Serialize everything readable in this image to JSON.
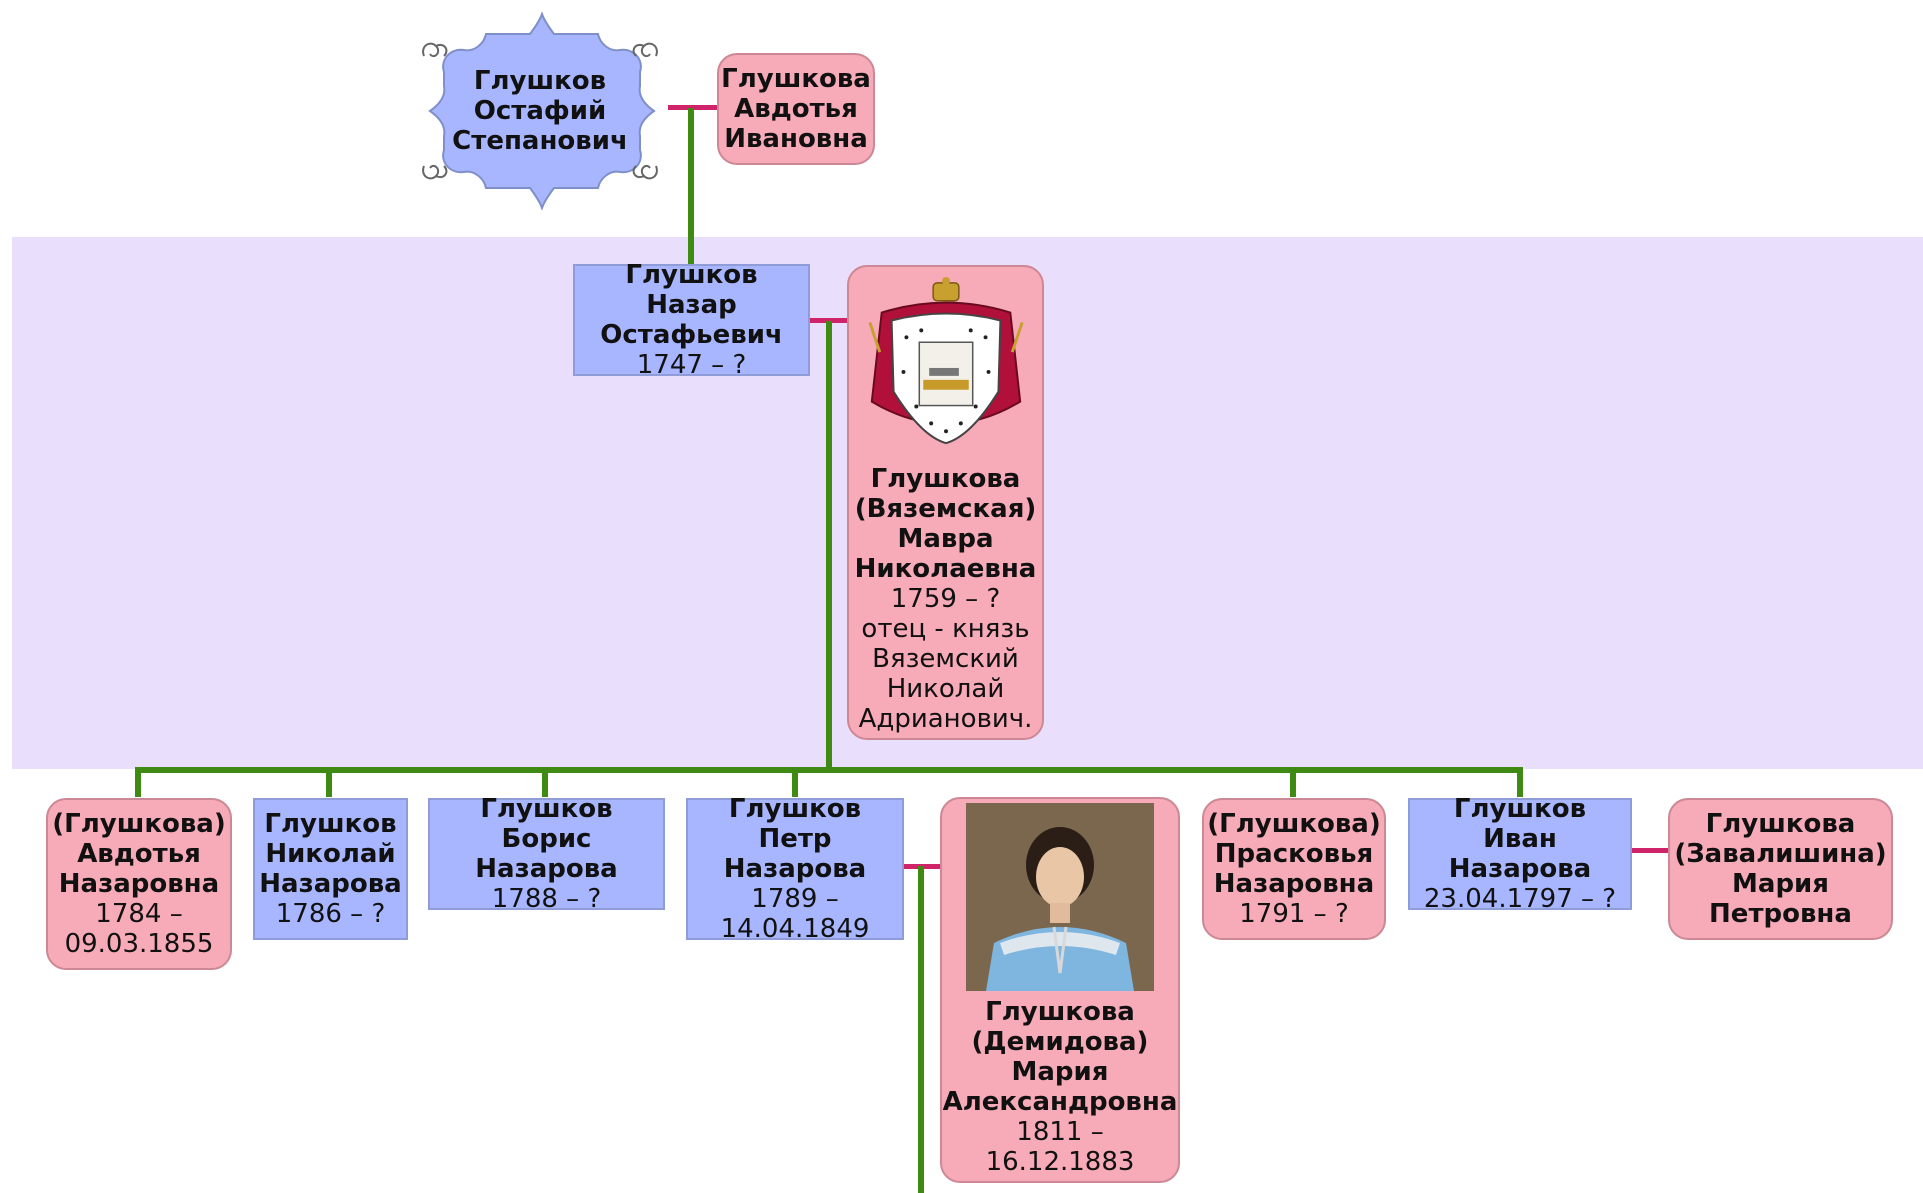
{
  "colors": {
    "male_fill": "#a8b6ff",
    "female_fill": "#f7aab8",
    "child_line": "#3f8a12",
    "spouse_line": "#d0246a",
    "generation_band": "#e9dffd"
  },
  "tree": {
    "root": {
      "name": "Глушков\nОстафий\nСтепанович",
      "spouse_name": "Глушкова\nАвдотья\nИвановна"
    },
    "gen2": {
      "husband_name": "Глушков Назар\nОстафьевич",
      "husband_dates": "1747 – ?",
      "wife_emblem": "coat-of-arms-icon",
      "wife_name": "Глушкова\n(Вяземская)\nМавра\nНиколаевна",
      "wife_dates": "1759 – ?",
      "wife_note": "отец - князь\nВяземский\nНиколай\nАдрианович."
    },
    "children": [
      {
        "name": "(Глушкова)\nАвдотья\nНазаровна",
        "dates": "1784 –\n09.03.1855"
      },
      {
        "name": "Глушков\nНиколай\nНазарова",
        "dates": "1786 – ?"
      },
      {
        "name": "Глушков Борис\nНазарова",
        "dates": "1788 – ?"
      },
      {
        "name": "Глушков Петр\nНазарова",
        "dates": "1789 –\n14.04.1849"
      },
      {
        "name": "(Глушкова)\nПрасковья\nНазаровна",
        "dates": "1791 – ?"
      },
      {
        "name": "Глушков Иван\nНазарова",
        "dates": "23.04.1797 – ?"
      }
    ],
    "petr_spouse": {
      "portrait": "woman-portrait-icon",
      "name": "Глушкова\n(Демидова)\nМария\nАлександровна",
      "dates": "1811 –\n16.12.1883"
    },
    "ivan_spouse": {
      "name": "Глушкова\n(Завалишина)\nМария\nПетровна"
    }
  }
}
